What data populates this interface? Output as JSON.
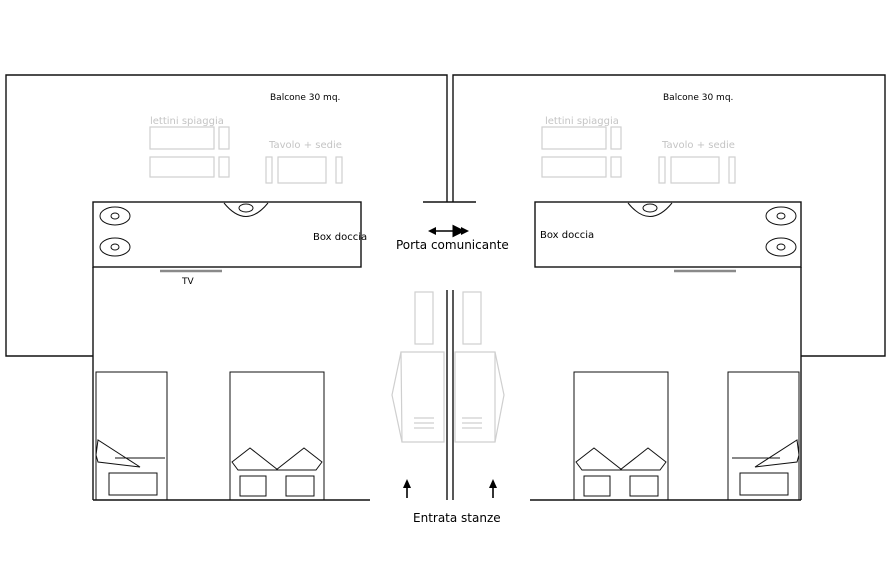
{
  "labels": {
    "balcone_left": "Balcone 30 mq.",
    "balcone_right": "Balcone 30 mq.",
    "lettini_left": "lettini spiaggia",
    "lettini_right": "lettini spiaggia",
    "tavolo_left": "Tavolo + sedie",
    "tavolo_right": "Tavolo + sedie",
    "box_doccia_left": "Box doccia",
    "box_doccia_right": "Box doccia",
    "tv": "TV",
    "porta_comunicante": "Porta comunicante",
    "entrata_stanze": "Entrata stanze"
  },
  "icons": {
    "connecting_door": "double-arrow-icon",
    "entrance_left": "up-arrow-icon",
    "entrance_right": "up-arrow-icon"
  }
}
